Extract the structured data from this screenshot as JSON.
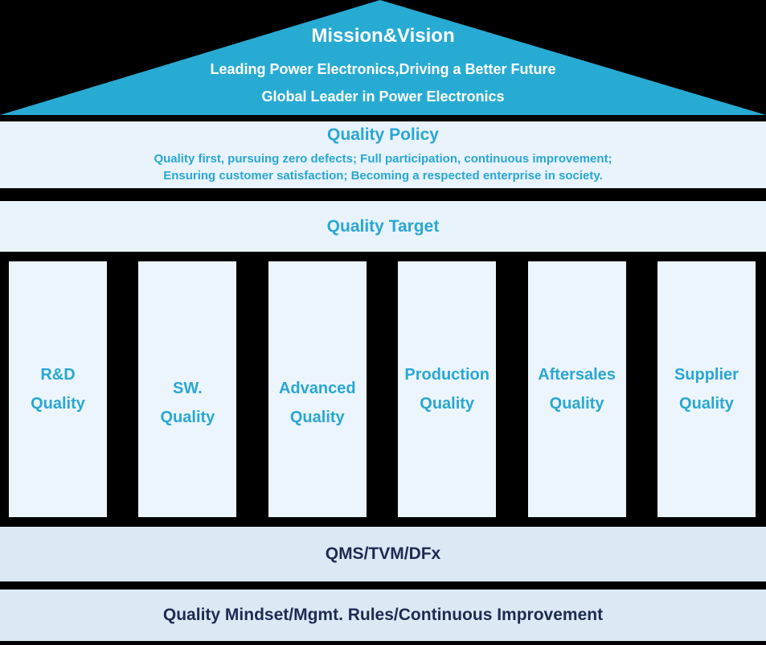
{
  "colors": {
    "roof_fill": "#28ABD3",
    "roof_text": "#FFFFFF",
    "light_band_fill": "#E9F3FB",
    "pillar_fill": "#ECF5FC",
    "foundation_fill": "#DCE9F5",
    "cyan_text": "#29A7D4",
    "navy_text": "#1F2A52",
    "background": "#000000"
  },
  "roof": {
    "title": "Mission&Vision",
    "subtitle1": "Leading Power Electronics,Driving a Better Future",
    "subtitle2": "Global Leader in Power Electronics"
  },
  "policy": {
    "title": "Quality Policy",
    "line1": "Quality first, pursuing zero defects; Full participation, continuous improvement;",
    "line2": "Ensuring customer satisfaction; Becoming a respected enterprise in society."
  },
  "target": {
    "title": "Quality Target"
  },
  "pillars": [
    {
      "line1": "R&D",
      "line2": "Quality"
    },
    {
      "line1": "SW.",
      "line2": "Quality"
    },
    {
      "line1": "Advanced",
      "line2": "Quality"
    },
    {
      "line1": "Production",
      "line2": "Quality"
    },
    {
      "line1": "Aftersales",
      "line2": "Quality"
    },
    {
      "line1": "Supplier",
      "line2": "Quality"
    }
  ],
  "foundation": {
    "qms": "QMS/TVM/DFx",
    "base": "Quality Mindset/Mgmt. Rules/Continuous Improvement"
  }
}
